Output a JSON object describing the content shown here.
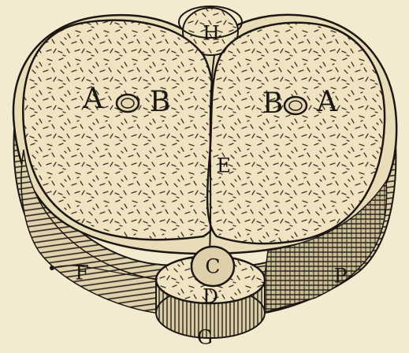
{
  "labels": {
    "a_left": "A",
    "b_left": "B",
    "b_right": "B",
    "a_right": "A",
    "c": "C",
    "d": "D",
    "e": "E",
    "f": "F",
    "g": "G",
    "h": "H",
    "p": "P"
  },
  "colors": {
    "paper": "#f3ead0",
    "ink": "#1c1712",
    "speckle": "#3b3127",
    "fill": "#efe3c1"
  }
}
